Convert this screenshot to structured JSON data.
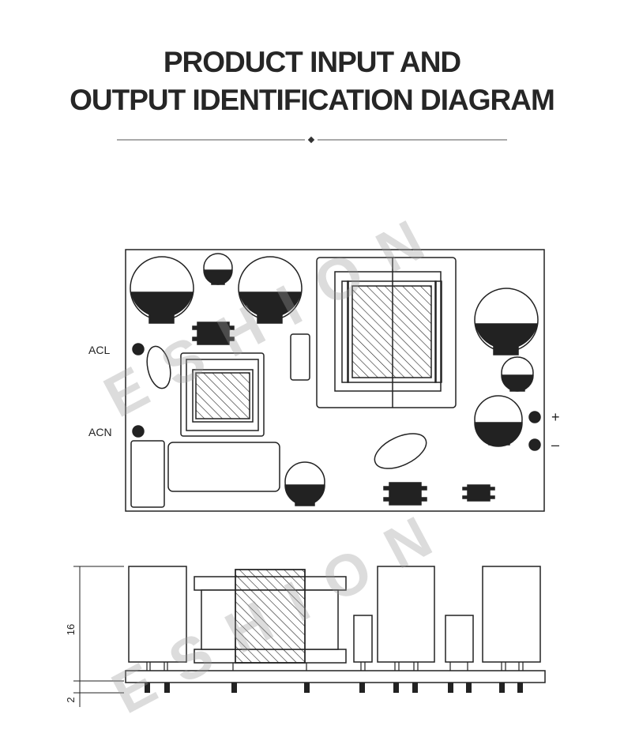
{
  "title": {
    "line1": "PRODUCT INPUT AND",
    "line2": "OUTPUT IDENTIFICATION DIAGRAM"
  },
  "top_view": {
    "pins": {
      "acl": "ACL",
      "acn": "ACN",
      "plus": "+",
      "minus": "–"
    }
  },
  "side_view": {
    "height_label": "16",
    "pin_label": "2"
  },
  "watermark": "ESHION",
  "colors": {
    "ink": "#262626",
    "watermark": "#9a9a9a"
  }
}
